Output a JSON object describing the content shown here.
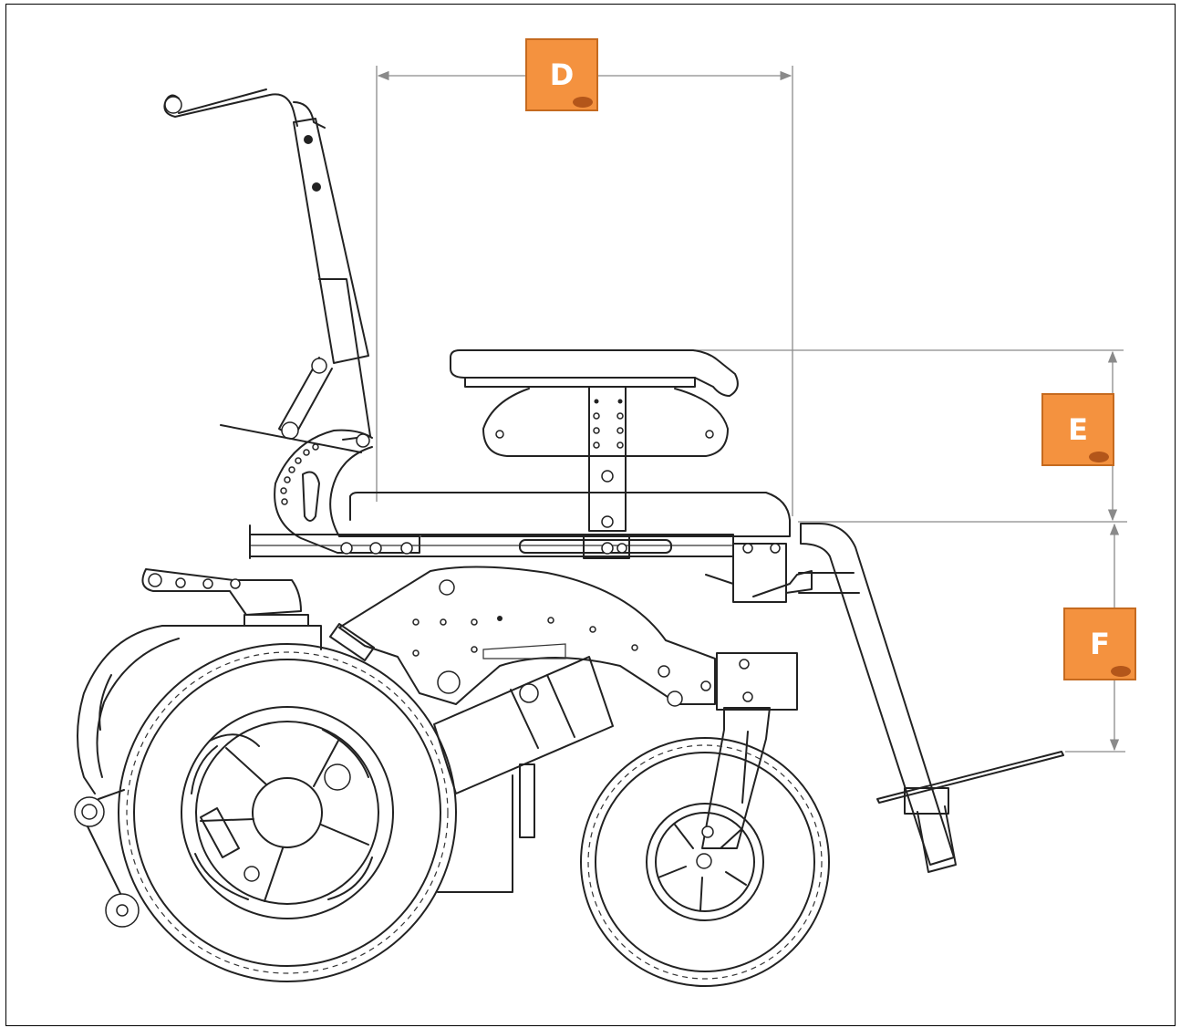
{
  "diagram": {
    "labels": {
      "d": "D",
      "e": "E",
      "f": "F"
    },
    "colors": {
      "tag_fill": "#f4923f",
      "tag_border": "#c56a1f",
      "dimension_line": "#8a8a8a",
      "drawing_line": "#222222"
    }
  }
}
